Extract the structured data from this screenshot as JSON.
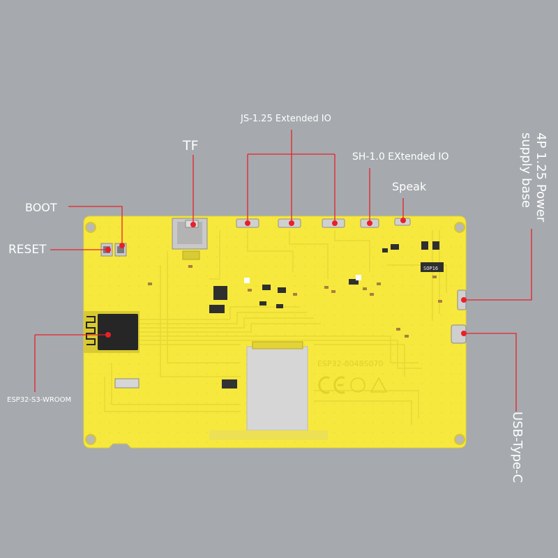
{
  "labels": {
    "tf": "TF",
    "js_io": "JS-1.25 Extended IO",
    "sh_io": "SH-1.0 EXtended IO",
    "speak": "Speak",
    "boot": "BOOT",
    "reset": "RESET",
    "esp32": "ESP32-S3-WROOM",
    "power": "4P 1.25 Power supply base",
    "usb": "USB-Type-C"
  },
  "board": {
    "silkscreen": "ESP32-8048S070",
    "chip_label": "SOP16"
  },
  "colors": {
    "background": "#a6aaae",
    "board": "#f7e83e",
    "callout_line": "#e8202a",
    "callout_dot": "#e8202a",
    "text": "#ffffff"
  }
}
